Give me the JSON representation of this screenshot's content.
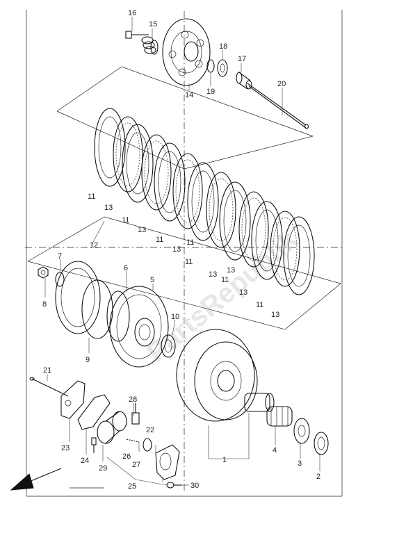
{
  "diagram": {
    "watermark": "PartsRepublik",
    "callouts": [
      "1",
      "2",
      "3",
      "4",
      "5",
      "6",
      "7",
      "8",
      "9",
      "10",
      "11",
      "12",
      "13",
      "14",
      "15",
      "16",
      "17",
      "18",
      "19",
      "20",
      "21",
      "22",
      "24",
      "23",
      "25",
      "26",
      "27",
      "28",
      "29",
      "30"
    ],
    "labels": {
      "n16": "16",
      "n15": "15",
      "n18": "18",
      "n17": "17",
      "n14": "14",
      "n19": "19",
      "n20": "20",
      "n11a": "11",
      "n13a": "13",
      "n11b": "11",
      "n13b": "13",
      "n11c": "11",
      "n13c": "13",
      "n11d": "11",
      "n13d": "13",
      "n11e": "11",
      "n13e": "13",
      "n11f": "11",
      "n13f": "13",
      "n11g": "11",
      "n13g": "13",
      "n12": "12",
      "n7": "7",
      "n8": "8",
      "n6": "6",
      "n5": "5",
      "n9": "9",
      "n10": "10",
      "n21": "21",
      "n28": "28",
      "n22": "22",
      "n23": "23",
      "n24": "24",
      "n29": "29",
      "n26": "26",
      "n27": "27",
      "n25": "25",
      "n30": "30",
      "n1": "1",
      "n4": "4",
      "n3": "3",
      "n2": "2"
    }
  }
}
